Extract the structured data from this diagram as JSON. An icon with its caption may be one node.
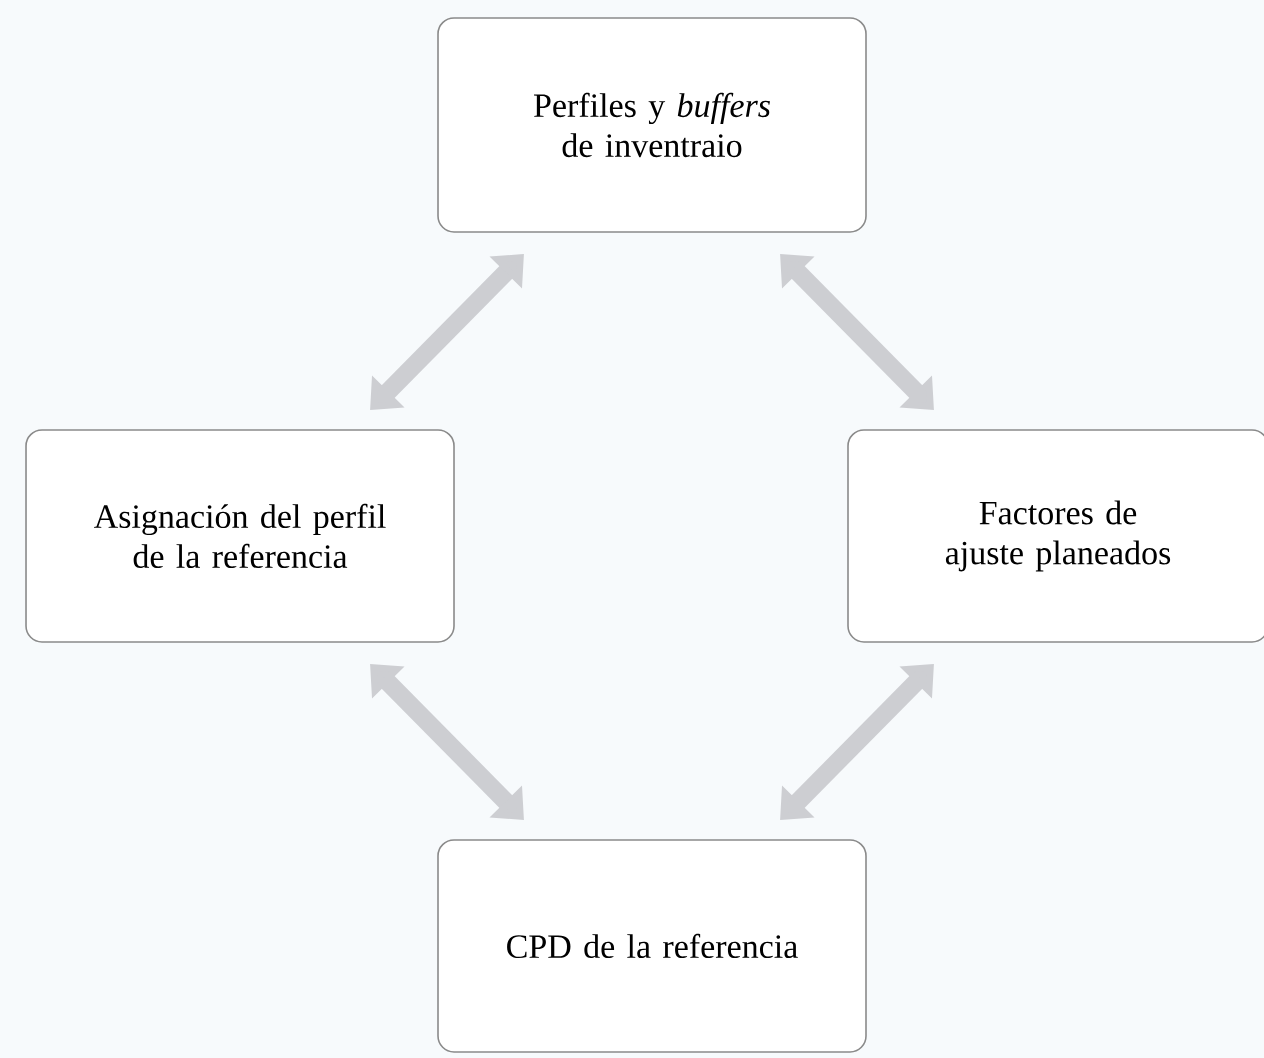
{
  "diagram": {
    "nodes": [
      {
        "text": [
          "Perfiles y *buffers* de inventraio"
        ]
      },
      {
        "text": [
          "Asignación del perfil de la referencia"
        ]
      },
      {
        "text": [
          "Factores de ajuste planeados"
        ]
      },
      {
        "text": [
          "CPD de la referencia"
        ]
      }
    ],
    "edges": [
      {
        "from": 0,
        "to": 1,
        "arrow": "both"
      },
      {
        "from": 0,
        "to": 2,
        "arrow": "both"
      },
      {
        "from": 1,
        "to": 3,
        "arrow": "both"
      },
      {
        "from": 2,
        "to": 3,
        "arrow": "both"
      }
    ]
  }
}
